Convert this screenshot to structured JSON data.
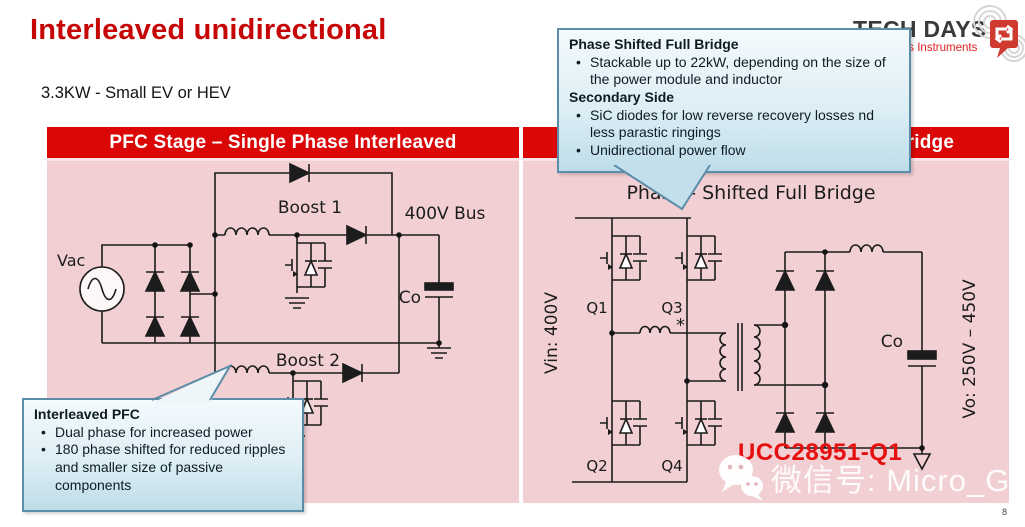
{
  "slide": {
    "title": "Interleaved unidirectional",
    "subtitle": "3.3KW  - Small EV or HEV",
    "page_number": "8"
  },
  "logo": {
    "brand": "TECH DAYS",
    "company": "Texas Instruments",
    "icon": "ti-techdays-icon"
  },
  "panels": {
    "pfc": {
      "header": "PFC Stage – Single Phase Interleaved",
      "labels": {
        "source": "Vac",
        "boost1": "Boost 1",
        "boost2": "Boost 2",
        "bus": "400V Bus",
        "cap": "Co"
      }
    },
    "dcdc": {
      "header": "DC/DC Stage – Phase Shifted Full Bridge",
      "diagram_title": "Phase - Shifted Full Bridge",
      "labels": {
        "vin": "Vin: 400V",
        "vo": "Vo: 250V – 450V",
        "q1": "Q1",
        "q2": "Q2",
        "q3": "Q3",
        "q4": "Q4",
        "cap": "Co",
        "polarity": "*",
        "part_number": "UCC28951-Q1"
      }
    }
  },
  "callouts": {
    "psfb": {
      "heading1": "Phase Shifted Full Bridge",
      "bullet1": "Stackable up to 22kW, depending on the size of the power module and inductor",
      "heading2": "Secondary Side",
      "bullet2": "SiC diodes for low reverse recovery losses nd less parastic  ringings",
      "bullet3": "Unidirectional power flow"
    },
    "pfc": {
      "heading": "Interleaved PFC",
      "bullet1": "Dual phase for increased power",
      "bullet2": "180 phase shifted for reduced ripples and smaller size of passive components"
    }
  },
  "watermark": {
    "icon": "wechat-icon",
    "text": "微信号: Micro_Grid"
  },
  "colors": {
    "accent_red": "#C60606",
    "header_red": "#DB0606",
    "panel_pink": "#F1CFD2",
    "callout_border": "#5B8CA8",
    "part_number_red": "#E60F0F"
  }
}
